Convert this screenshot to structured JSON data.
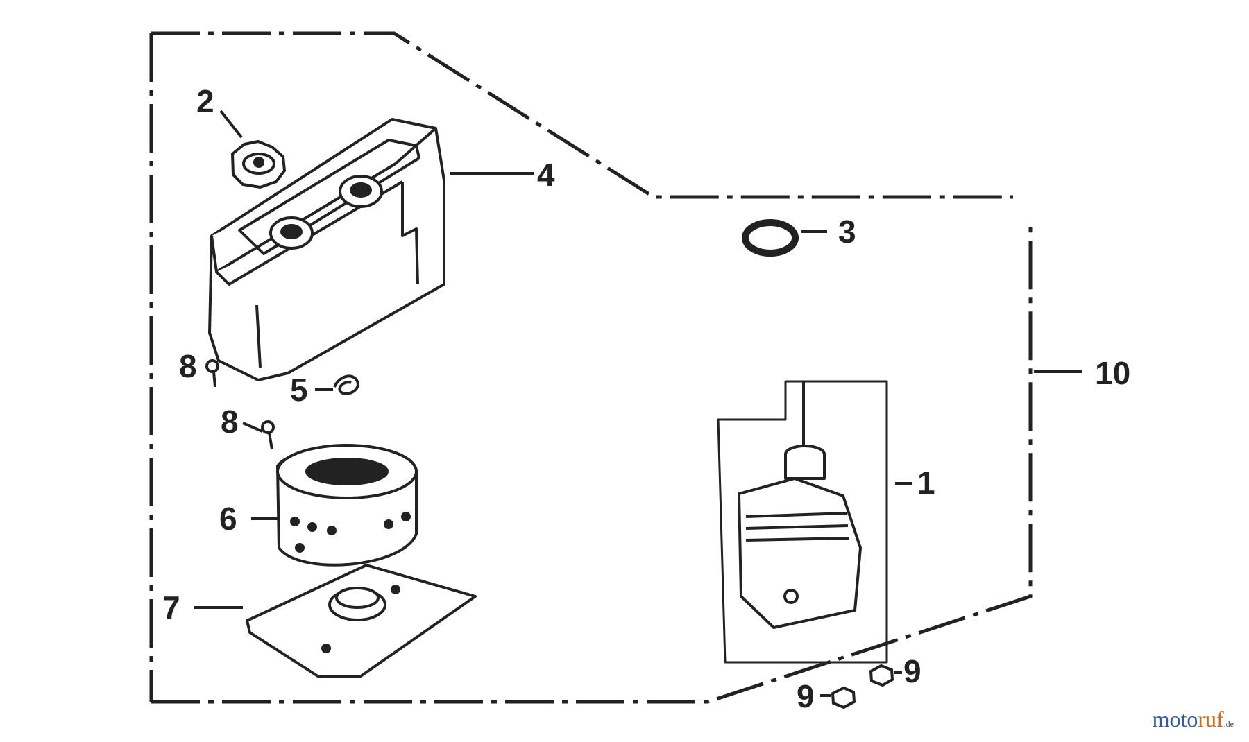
{
  "diagram": {
    "callouts": {
      "c1": "1",
      "c2": "2",
      "c3": "3",
      "c4": "4",
      "c5": "5",
      "c6": "6",
      "c7": "7",
      "c8a": "8",
      "c8b": "8",
      "c9a": "9",
      "c9b": "9",
      "c10": "10"
    },
    "parts": [
      {
        "number": "1",
        "icon": "air-cleaner-elbow-icon"
      },
      {
        "number": "2",
        "icon": "wing-nut-icon"
      },
      {
        "number": "3",
        "icon": "seal-ring-icon"
      },
      {
        "number": "4",
        "icon": "air-cleaner-cover-icon"
      },
      {
        "number": "5",
        "icon": "clip-icon"
      },
      {
        "number": "6",
        "icon": "filter-element-icon"
      },
      {
        "number": "7",
        "icon": "gasket-plate-icon"
      },
      {
        "number": "8",
        "icon": "stud-bolt-icon"
      },
      {
        "number": "9",
        "icon": "nut-icon"
      },
      {
        "number": "10",
        "icon": "assembly-bracket-icon"
      }
    ],
    "line_color": "#222222"
  },
  "watermark": {
    "part1": "moto",
    "part2": "ruf",
    "part3": ".de",
    "color_primary": "#2f5aa5",
    "color_accent": "#d26a1e"
  }
}
